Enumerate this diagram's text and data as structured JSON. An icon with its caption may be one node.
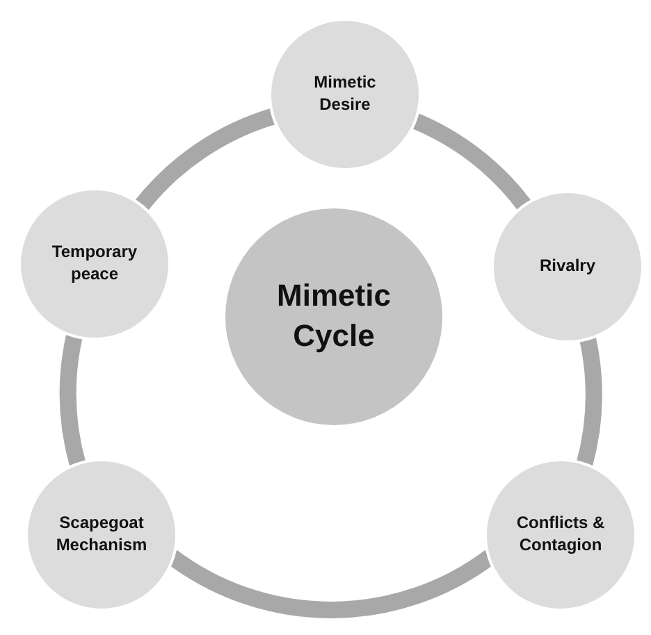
{
  "diagram": {
    "nodes": [
      {
        "text": [
          "Mimetic Cycle"
        ]
      },
      {
        "text": [
          "Mimetic Desire"
        ]
      },
      {
        "text": [
          "Rivalry"
        ]
      },
      {
        "text": [
          "Conflicts & Contagion"
        ]
      },
      {
        "text": [
          "Scapegoat Mechanism"
        ]
      },
      {
        "text": [
          "Temporary peace"
        ]
      }
    ],
    "edges": [
      {
        "from": 1,
        "to": 2,
        "arrow": "none"
      },
      {
        "from": 2,
        "to": 3,
        "arrow": "none"
      },
      {
        "from": 3,
        "to": 4,
        "arrow": "none"
      },
      {
        "from": 4,
        "to": 5,
        "arrow": "none"
      },
      {
        "from": 5,
        "to": 1,
        "arrow": "none"
      }
    ]
  }
}
